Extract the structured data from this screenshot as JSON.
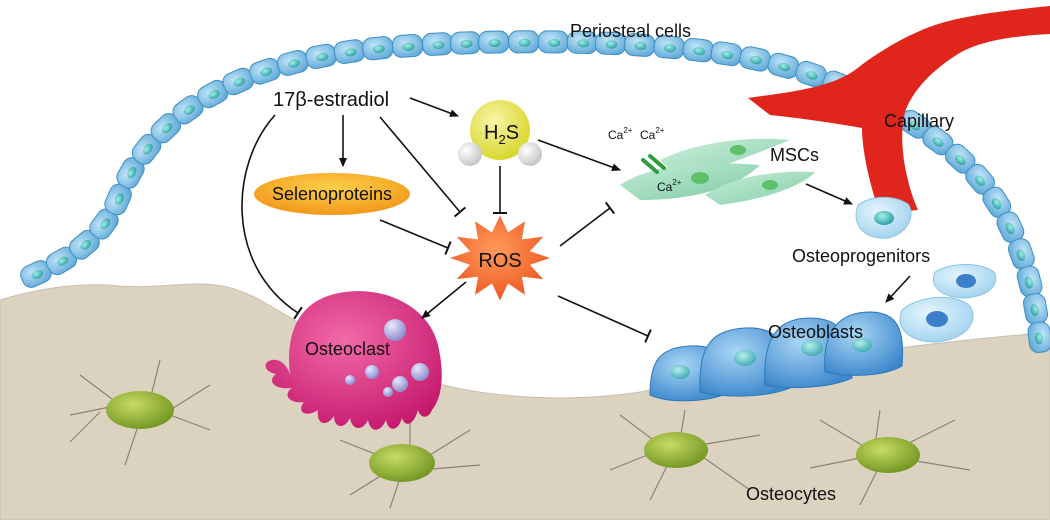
{
  "labels": {
    "periosteal_cells": "Periosteal cells",
    "capillary": "Capillary",
    "estradiol": "17β-estradiol",
    "h2s_main": "H",
    "h2s_sub": "2",
    "h2s_tail": "S",
    "selenoproteins": "Selenoproteins",
    "ros": "ROS",
    "mscs": "MSCs",
    "ca1": "Ca",
    "ca2": "Ca",
    "ca3": "Ca",
    "ca_sup": "2+",
    "osteoprogenitors": "Osteoprogenitors",
    "osteoblasts": "Osteoblasts",
    "osteoclast": "Osteoclast",
    "osteocytes": "Osteocytes"
  },
  "colors": {
    "bone": "#dcd2c0",
    "periosteum": "#6fb3dc",
    "capillary": "#e0261c",
    "h2s": "#e6e24a",
    "selenoproteins": "#f4a81d",
    "ros": "#f26a2e",
    "msc": "#8fd3b0",
    "osteoclast": "#d8277c",
    "osteoblast": "#4d9ad8",
    "osteocyte": "#8db32f"
  }
}
